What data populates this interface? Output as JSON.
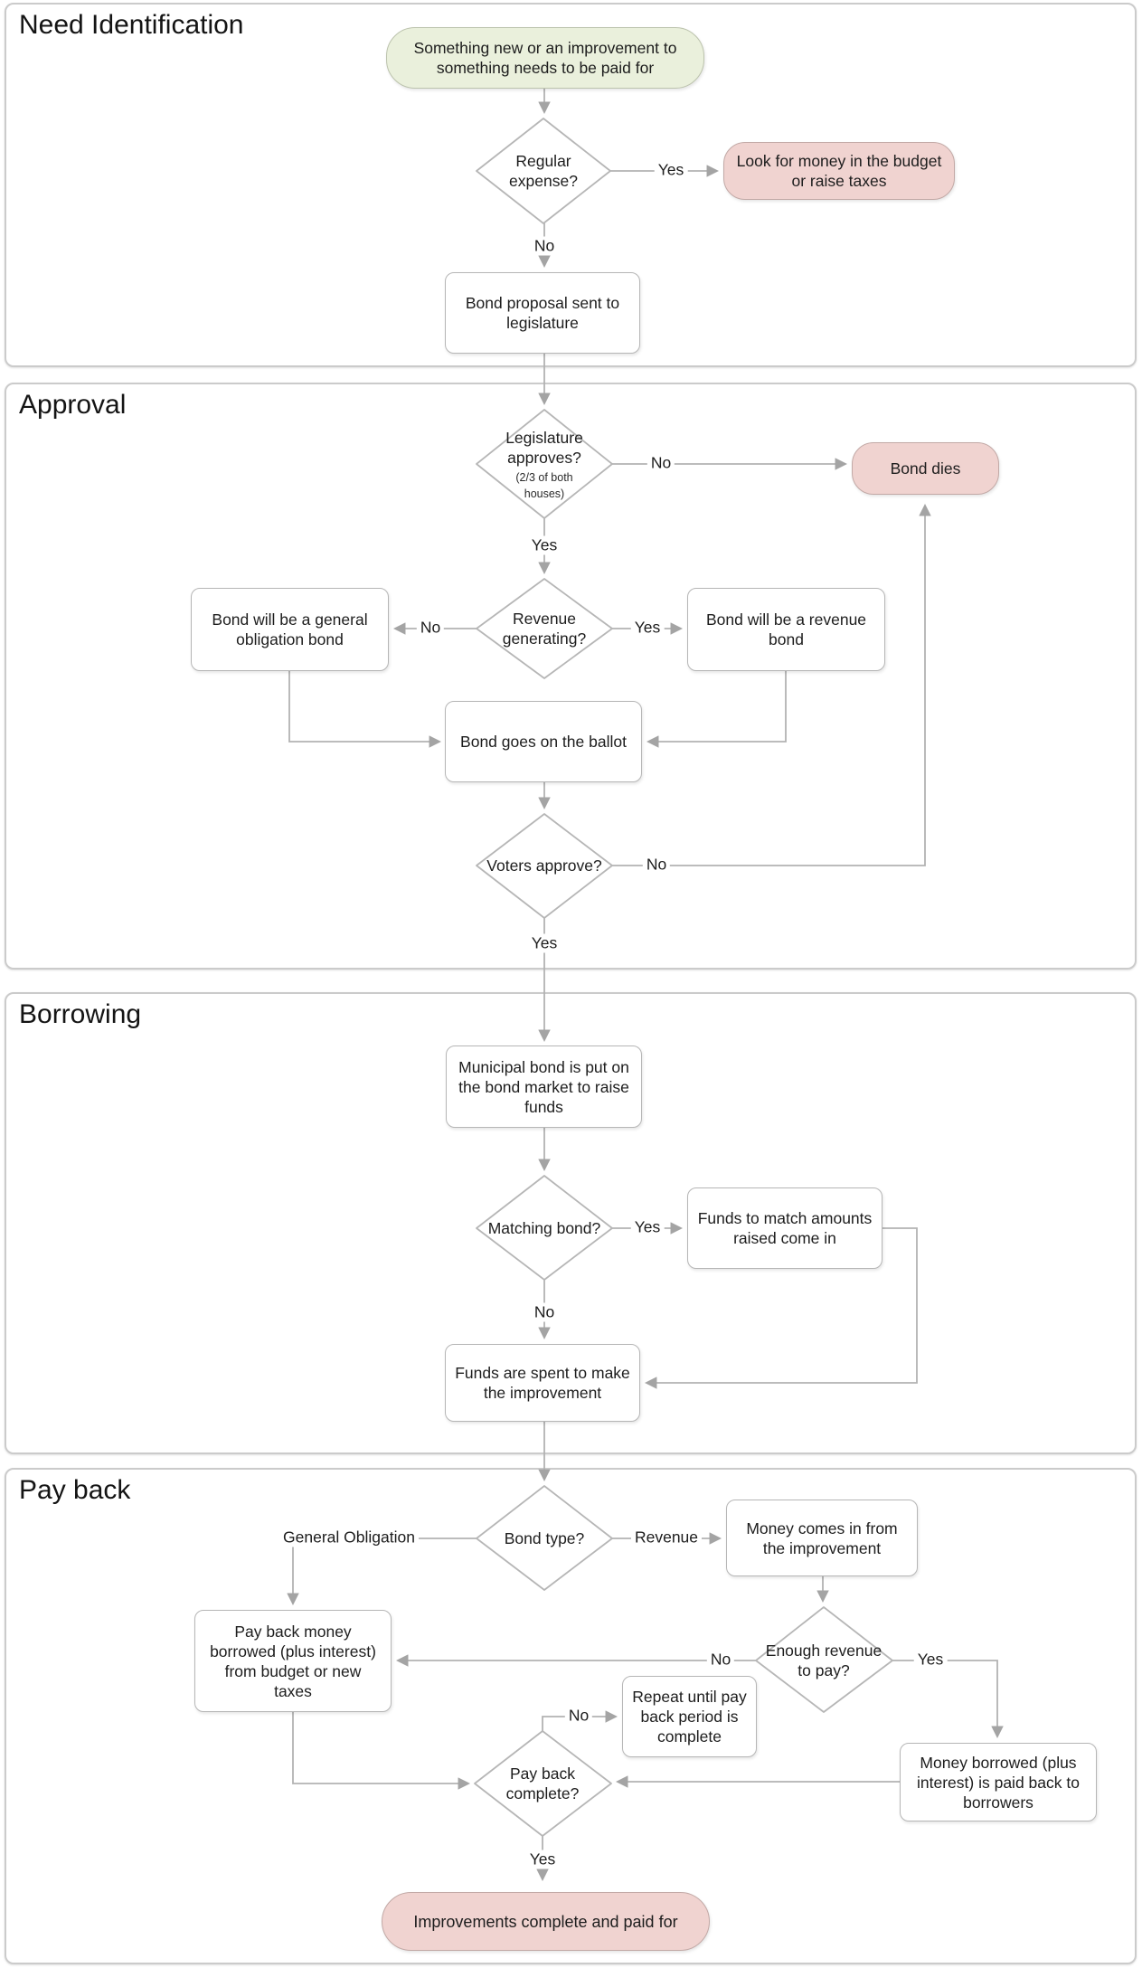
{
  "diagram": {
    "sections": {
      "need_identification": {
        "title": "Need Identification"
      },
      "approval": {
        "title": "Approval"
      },
      "borrowing": {
        "title": "Borrowing"
      },
      "payback": {
        "title": "Pay back"
      }
    },
    "nodes": {
      "start": {
        "label": "Something new or an improvement to something needs to be paid for"
      },
      "regular_expense": {
        "label": "Regular expense?"
      },
      "look_for_money": {
        "label": "Look for money in the budget or raise taxes"
      },
      "bond_proposal": {
        "label": "Bond proposal sent to legislature"
      },
      "legislature_approves": {
        "label": "Legislature approves?",
        "sublabel": "(2/3 of both houses)"
      },
      "bond_dies": {
        "label": "Bond dies"
      },
      "revenue_generating": {
        "label": "Revenue generating?"
      },
      "general_obligation_bond": {
        "label": "Bond will be a general obligation bond"
      },
      "revenue_bond": {
        "label": "Bond will be a revenue bond"
      },
      "ballot": {
        "label": "Bond goes on the ballot"
      },
      "voters_approve": {
        "label": "Voters approve?"
      },
      "municipal_bond_market": {
        "label": "Municipal bond is put on the bond market to raise funds"
      },
      "matching_bond": {
        "label": "Matching bond?"
      },
      "funds_match": {
        "label": "Funds to match amounts raised come in"
      },
      "funds_spent": {
        "label": "Funds are spent to make the improvement"
      },
      "bond_type": {
        "label": "Bond type?"
      },
      "money_comes_in": {
        "label": "Money comes in from the improvement"
      },
      "enough_revenue": {
        "label": "Enough revenue to pay?"
      },
      "pay_back_money": {
        "label": "Pay back money borrowed (plus interest) from budget or new taxes"
      },
      "repeat_until": {
        "label": "Repeat until pay back period is complete"
      },
      "money_paid_back": {
        "label": "Money borrowed (plus interest) is paid back to borrowers"
      },
      "pay_back_complete": {
        "label": "Pay back complete?"
      },
      "improvements_complete": {
        "label": "Improvements complete and paid for"
      }
    },
    "edge_labels": {
      "regular_expense_yes": "Yes",
      "regular_expense_no": "No",
      "legislature_no": "No",
      "legislature_yes": "Yes",
      "revenue_generating_no": "No",
      "revenue_generating_yes": "Yes",
      "voters_no": "No",
      "voters_yes": "Yes",
      "matching_yes": "Yes",
      "matching_no": "No",
      "bond_type_general": "General Obligation",
      "bond_type_revenue": "Revenue",
      "enough_revenue_no": "No",
      "enough_revenue_yes": "Yes",
      "pay_back_no": "No",
      "pay_back_yes": "Yes"
    },
    "colors": {
      "start_fill": "#eaf0dc",
      "start_border": "#bcc3ad",
      "outcome_fill": "#f0d3d0",
      "outcome_border": "#c2a9a6",
      "node_fill": "#ffffff",
      "node_border": "#b6b6b6",
      "connector": "#b2b2b2",
      "section_border": "#cbcbcb",
      "text": "#1d1d1d"
    }
  }
}
